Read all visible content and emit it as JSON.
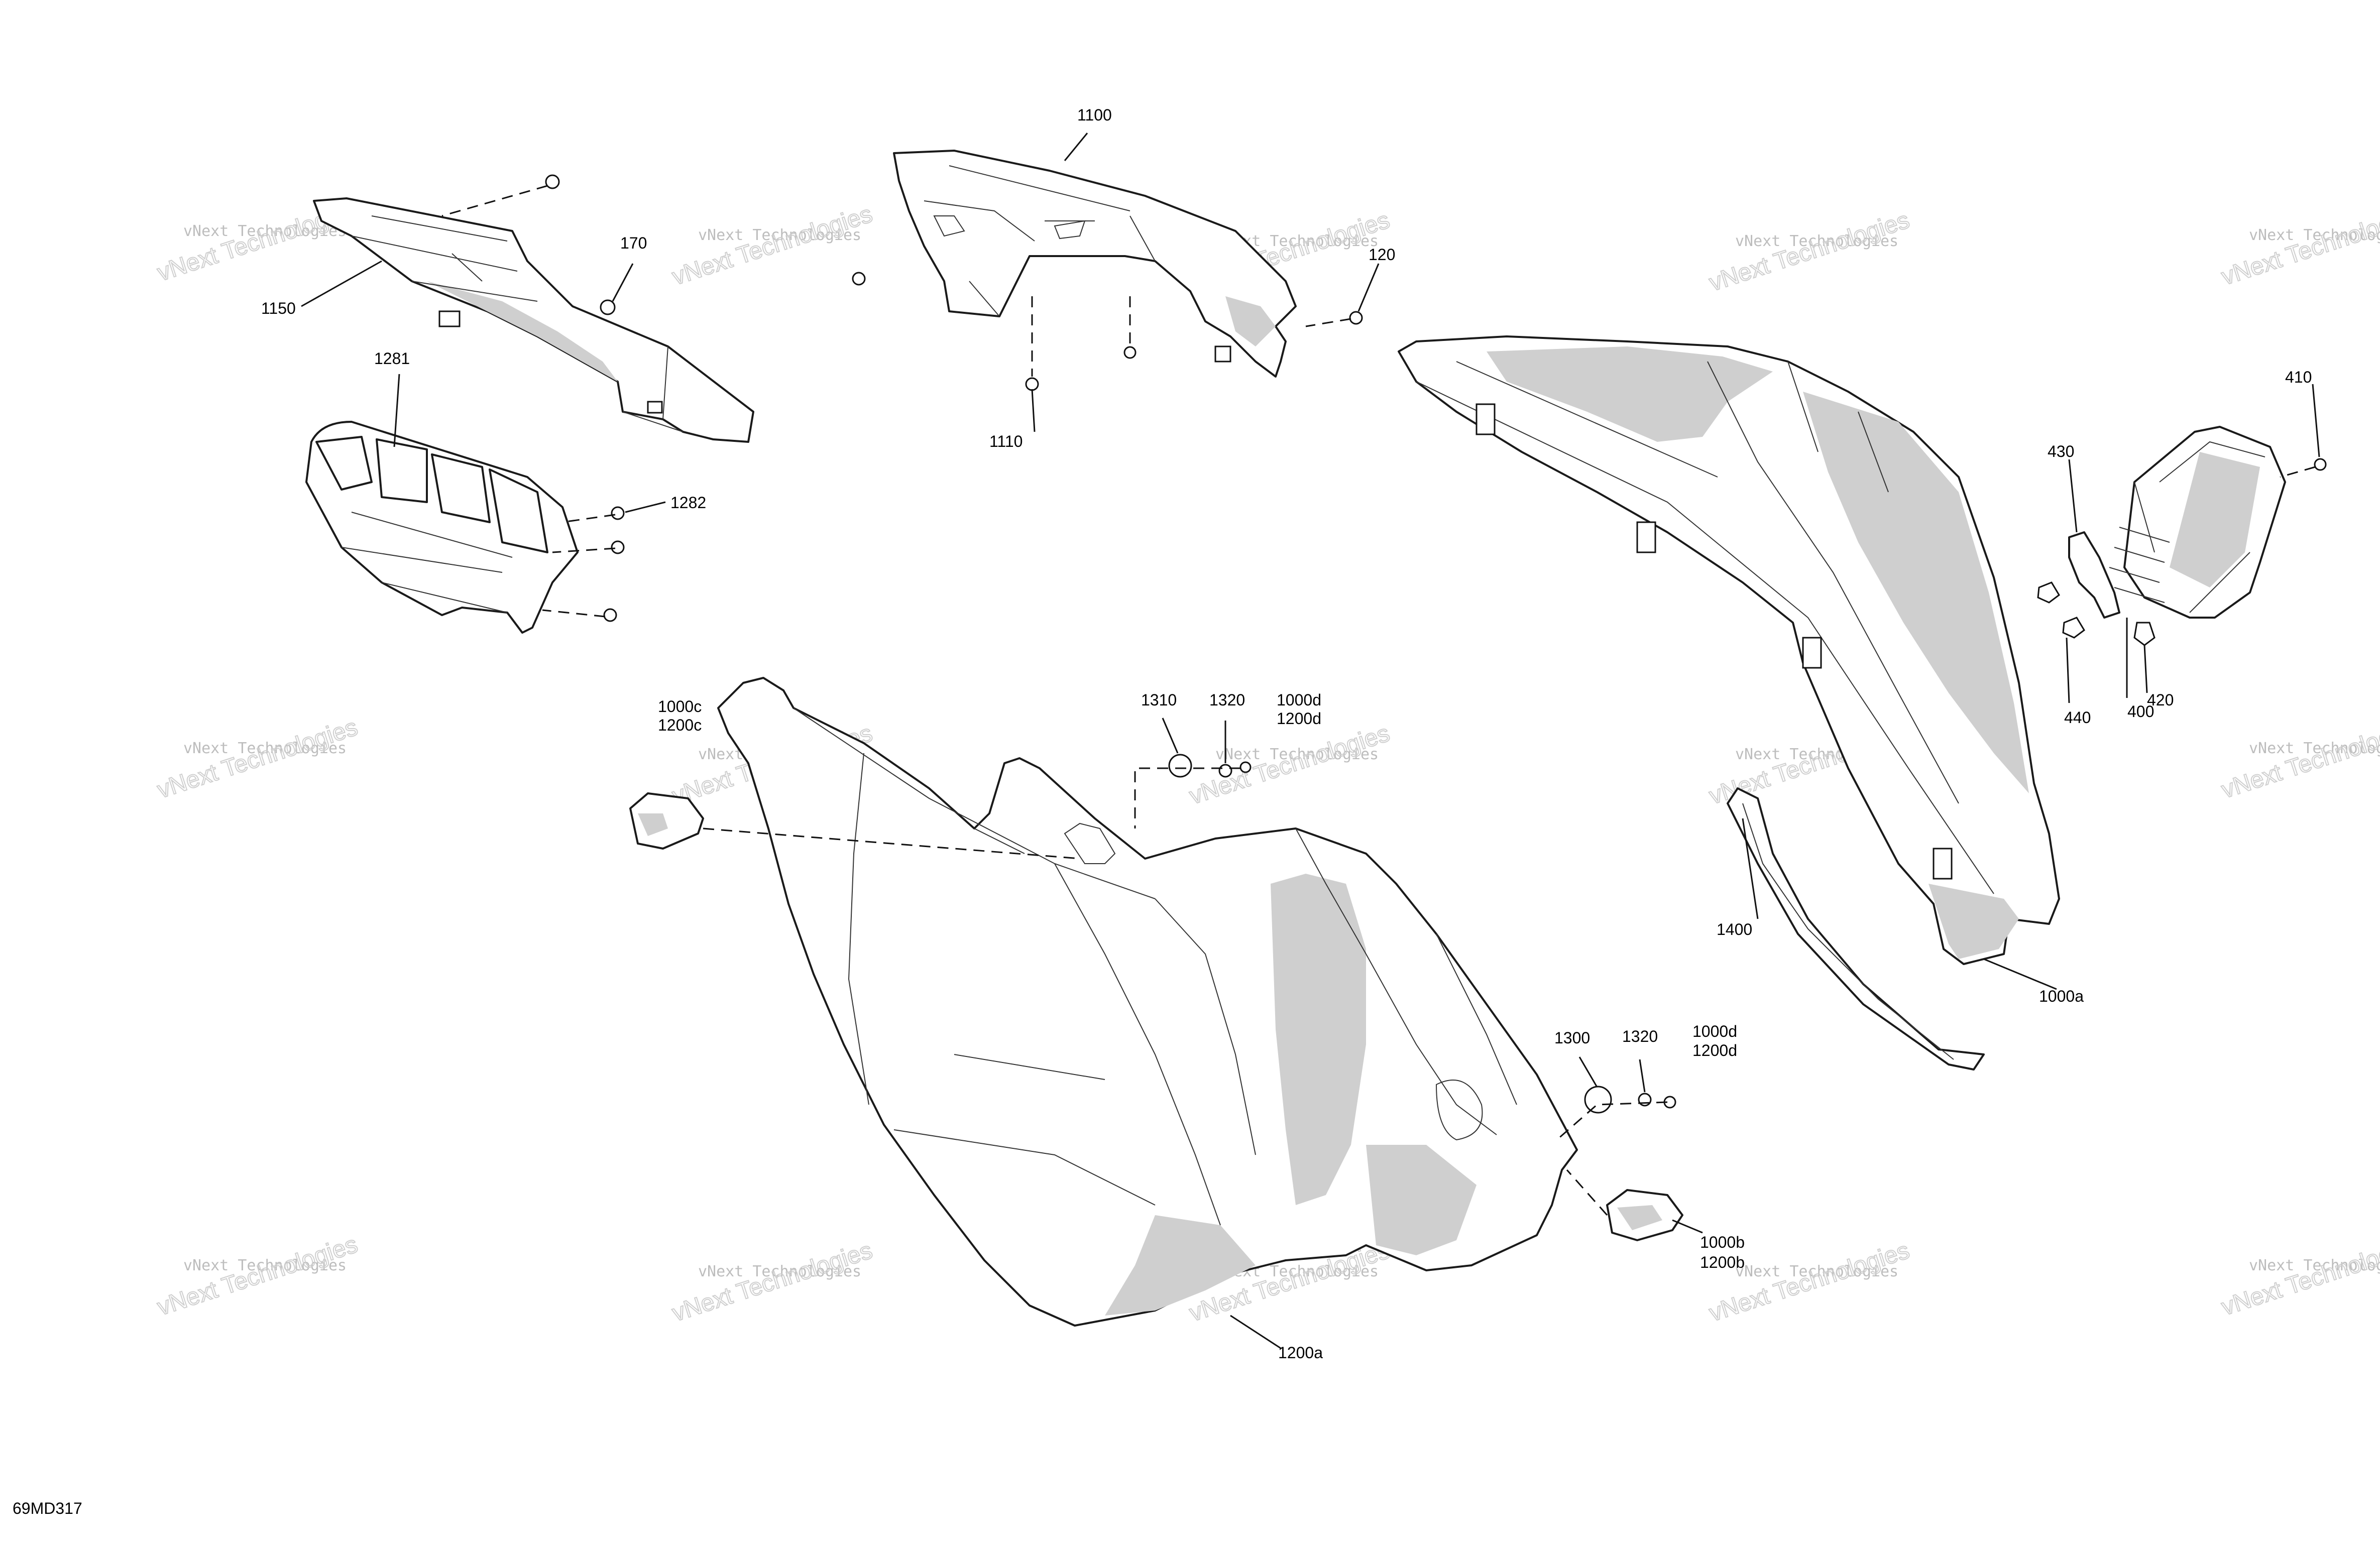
{
  "diagram_code": "69MD317",
  "watermark": {
    "line1": "vNext Technologies",
    "line2": "vNext Technologies"
  },
  "labels": {
    "l1100": "1100",
    "l170": "170",
    "l120": "120",
    "l1150": "1150",
    "l1110": "1110",
    "l1281": "1281",
    "l1282": "1282",
    "l410": "410",
    "l430": "430",
    "l440": "440",
    "l420": "420",
    "l400": "400",
    "l1310": "1310",
    "l1320a": "1320",
    "l1000d_a": "1000d",
    "l1200d_a": "1200d",
    "l1000c": "1000c",
    "l1200c": "1200c",
    "l1400": "1400",
    "l1000a": "1000a",
    "l1300": "1300",
    "l1320b": "1320",
    "l1000d_b": "1000d",
    "l1200d_b": "1200d",
    "l1000b": "1000b",
    "l1200b": "1200b",
    "l1200a": "1200a"
  },
  "colors": {
    "line": "#1a1a1a",
    "shade": "#cfcfcf",
    "watermark": "#bdbdbd"
  }
}
